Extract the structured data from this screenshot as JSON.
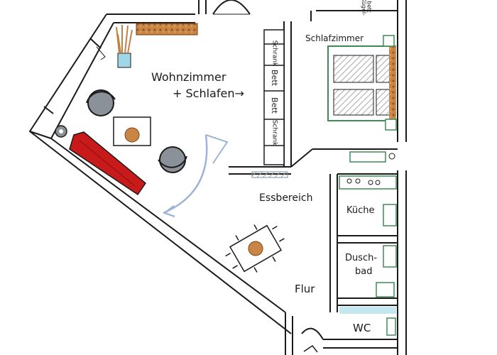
{
  "rooms": {
    "wohnzimmer": "Wohnzimmer",
    "schlafen": "+ Schlafen→",
    "schlafzimmer": "Schlafzimmer",
    "essbereich": "Essbereich",
    "kueche": "Küche",
    "duschbad_1": "Dusch-",
    "duschbad_2": "bad",
    "flur": "Flur",
    "wc": "WC"
  },
  "furniture": {
    "schrank_top": "Schrank",
    "bett_1": "Bett",
    "bett_2": "Bett",
    "schrank_bottom": "Schrank",
    "top_right_1": "Kügel-",
    "top_right_2": "bett"
  },
  "colors": {
    "wall": "#1b1b1b",
    "sofa": "#c81a1a",
    "chair": "#8a9199",
    "bed_green": "#3f8a56",
    "wood": "#b8733a",
    "bed_stripe": "#bfbfbf",
    "arrow": "#9fb4d6"
  }
}
